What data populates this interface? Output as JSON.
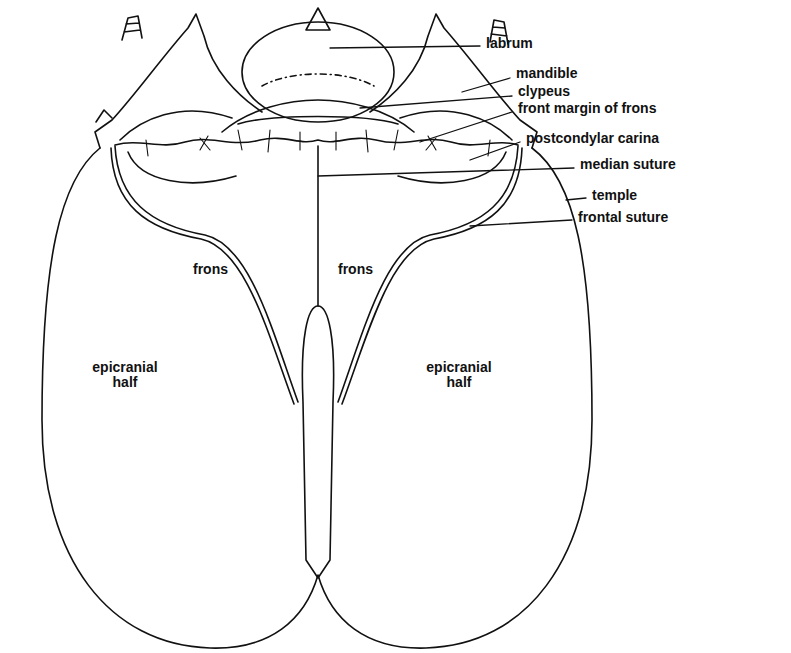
{
  "diagram": {
    "labels": [
      "labrum",
      "mandible",
      "clypeus",
      "front margin of frons",
      "postcondylar carina",
      "median suture",
      "temple",
      "frontal suture",
      "frons",
      "frons",
      "epicranial half",
      "epicranial half"
    ]
  }
}
